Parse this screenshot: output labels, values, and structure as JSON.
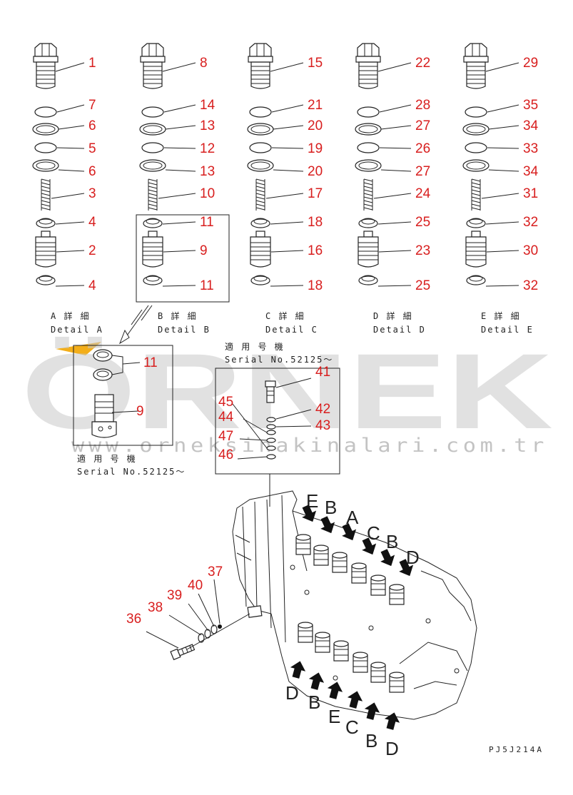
{
  "watermark": {
    "text": "ÖRNEK",
    "url": "www.orneksinakinalari.com.tr",
    "accent": "#f2a500"
  },
  "details": [
    {
      "jp": "A 詳 細",
      "en": "Detail A",
      "plug": "1",
      "or7": "7",
      "b6a": "6",
      "or5": "5",
      "b6b": "6",
      "spring": "3",
      "seatTop": "4",
      "valve": "2",
      "seatBot": "4"
    },
    {
      "jp": "B 詳 細",
      "en": "Detail B",
      "plug": "8",
      "or7": "14",
      "b6a": "13",
      "or5": "12",
      "b6b": "13",
      "spring": "10",
      "seatTop": "11",
      "valve": "9",
      "seatBot": "11"
    },
    {
      "jp": "C 詳 細",
      "en": "Detail C",
      "plug": "15",
      "or7": "21",
      "b6a": "20",
      "or5": "19",
      "b6b": "20",
      "spring": "17",
      "seatTop": "18",
      "valve": "16",
      "seatBot": "18"
    },
    {
      "jp": "D 詳 細",
      "en": "Detail D",
      "plug": "22",
      "or7": "28",
      "b6a": "27",
      "or5": "26",
      "b6b": "27",
      "spring": "24",
      "seatTop": "25",
      "valve": "23",
      "seatBot": "25"
    },
    {
      "jp": "E 詳 細",
      "en": "Detail E",
      "plug": "29",
      "or7": "35",
      "b6a": "34",
      "or5": "33",
      "b6b": "34",
      "spring": "31",
      "seatTop": "32",
      "valve": "30",
      "seatBot": "32"
    }
  ],
  "serial_box_left": {
    "parts": [
      "11",
      "9"
    ],
    "jp": "適 用 号 機",
    "serial": "Serial No.52125～"
  },
  "serial_box_center": {
    "parts": [
      "41",
      "42",
      "43",
      "45",
      "44",
      "47",
      "46"
    ],
    "jp": "適 用 号 機",
    "serial": "Serial No.52125～"
  },
  "side_parts": [
    "37",
    "40",
    "39",
    "38",
    "36"
  ],
  "top_arrows": [
    "E",
    "B",
    "A",
    "C",
    "B",
    "D"
  ],
  "bottom_arrows": [
    "D",
    "B",
    "E",
    "C",
    "B",
    "D"
  ],
  "drawing_code": "PJ5J214A"
}
